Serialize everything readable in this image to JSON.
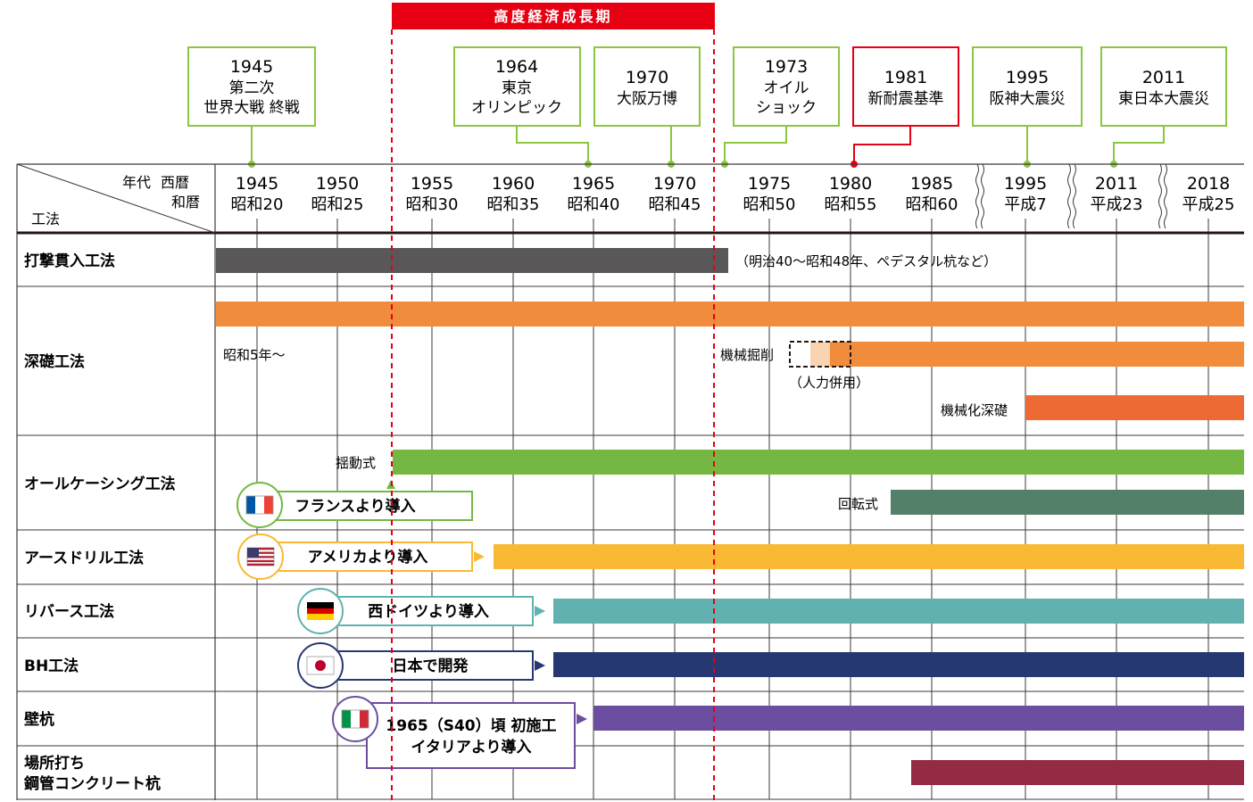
{
  "banner": {
    "label": "高度経済成長期",
    "color": "#e60012"
  },
  "events": [
    {
      "id": "ev-1945",
      "lines": [
        "1945",
        "第二次",
        "世界大戦 終戦"
      ],
      "color": "#8cc63f"
    },
    {
      "id": "ev-1964",
      "lines": [
        "1964",
        "東京",
        "オリンピック"
      ],
      "color": "#8cc63f"
    },
    {
      "id": "ev-1970",
      "lines": [
        "1970",
        "大阪万博"
      ],
      "color": "#8cc63f"
    },
    {
      "id": "ev-1973",
      "lines": [
        "1973",
        "オイル",
        "ショック"
      ],
      "color": "#8cc63f"
    },
    {
      "id": "ev-1981",
      "lines": [
        "1981",
        "新耐震基準"
      ],
      "color": "#e60012"
    },
    {
      "id": "ev-1995",
      "lines": [
        "1995",
        "阪神大震災"
      ],
      "color": "#8cc63f"
    },
    {
      "id": "ev-2011",
      "lines": [
        "2011",
        "東日本大震災"
      ],
      "color": "#8cc63f"
    }
  ],
  "header": {
    "era_label": "年代",
    "western_label": "西暦",
    "japanese_label": "和暦",
    "method_label": "工法",
    "years": [
      {
        "western": "1945",
        "japanese": "昭和20"
      },
      {
        "western": "1950",
        "japanese": "昭和25"
      },
      {
        "western": "1955",
        "japanese": "昭和30"
      },
      {
        "western": "1960",
        "japanese": "昭和35"
      },
      {
        "western": "1965",
        "japanese": "昭和40"
      },
      {
        "western": "1970",
        "japanese": "昭和45"
      },
      {
        "western": "1975",
        "japanese": "昭和50"
      },
      {
        "western": "1980",
        "japanese": "昭和55"
      },
      {
        "western": "1985",
        "japanese": "昭和60"
      },
      {
        "western": "1995",
        "japanese": "平成7"
      },
      {
        "western": "2011",
        "japanese": "平成23"
      },
      {
        "western": "2018",
        "japanese": "平成25"
      }
    ]
  },
  "rows": [
    {
      "id": "row-percussion",
      "label": [
        "打撃貫入工法"
      ]
    },
    {
      "id": "row-deep-foundation",
      "label": [
        "深礎工法"
      ]
    },
    {
      "id": "row-all-casing",
      "label": [
        "オールケーシング工法"
      ]
    },
    {
      "id": "row-earth-drill",
      "label": [
        "アースドリル工法"
      ]
    },
    {
      "id": "row-reverse",
      "label": [
        "リバース工法"
      ]
    },
    {
      "id": "row-bh",
      "label": [
        "BH工法"
      ]
    },
    {
      "id": "row-wall-pile",
      "label": [
        "壁杭"
      ]
    },
    {
      "id": "row-steel-pipe",
      "label": [
        "場所打ち",
        "鋼管コンクリート杭"
      ]
    }
  ],
  "bar_colors": {
    "percussion": "#595757",
    "deep": "#f08c3c",
    "deep_manual": "#fad3b0",
    "deep_mech": "#ee6a35",
    "casing_green": "#74b843",
    "casing_rotary": "#54806a",
    "earth_drill": "#f9b934",
    "reverse": "#61b1b0",
    "bh": "#263872",
    "wall_pile": "#6b4ea0",
    "steel_pipe": "#942a43"
  },
  "notes": {
    "percussion": "（明治40～昭和48年、ペデスタル杭など）",
    "deep_start": "昭和5年～",
    "deep_mech_dig": "機械掘削",
    "deep_manual": "（人力併用）",
    "deep_mechanized": "機械化深礎",
    "casing_oscillating": "揺動式",
    "casing_rotary": "回転式"
  },
  "origins": {
    "france": {
      "text": "フランスより導入",
      "flag": "france-flag"
    },
    "usa": {
      "text": "アメリカより導入",
      "flag": "usa-flag"
    },
    "germany": {
      "text": "西ドイツより導入",
      "flag": "west-germany-flag"
    },
    "japan": {
      "text": "日本で開発",
      "flag": "japan-flag"
    },
    "italy": {
      "lines": [
        "1965（S40）頃 初施工",
        "イタリアより導入"
      ],
      "flag": "italy-flag"
    }
  }
}
